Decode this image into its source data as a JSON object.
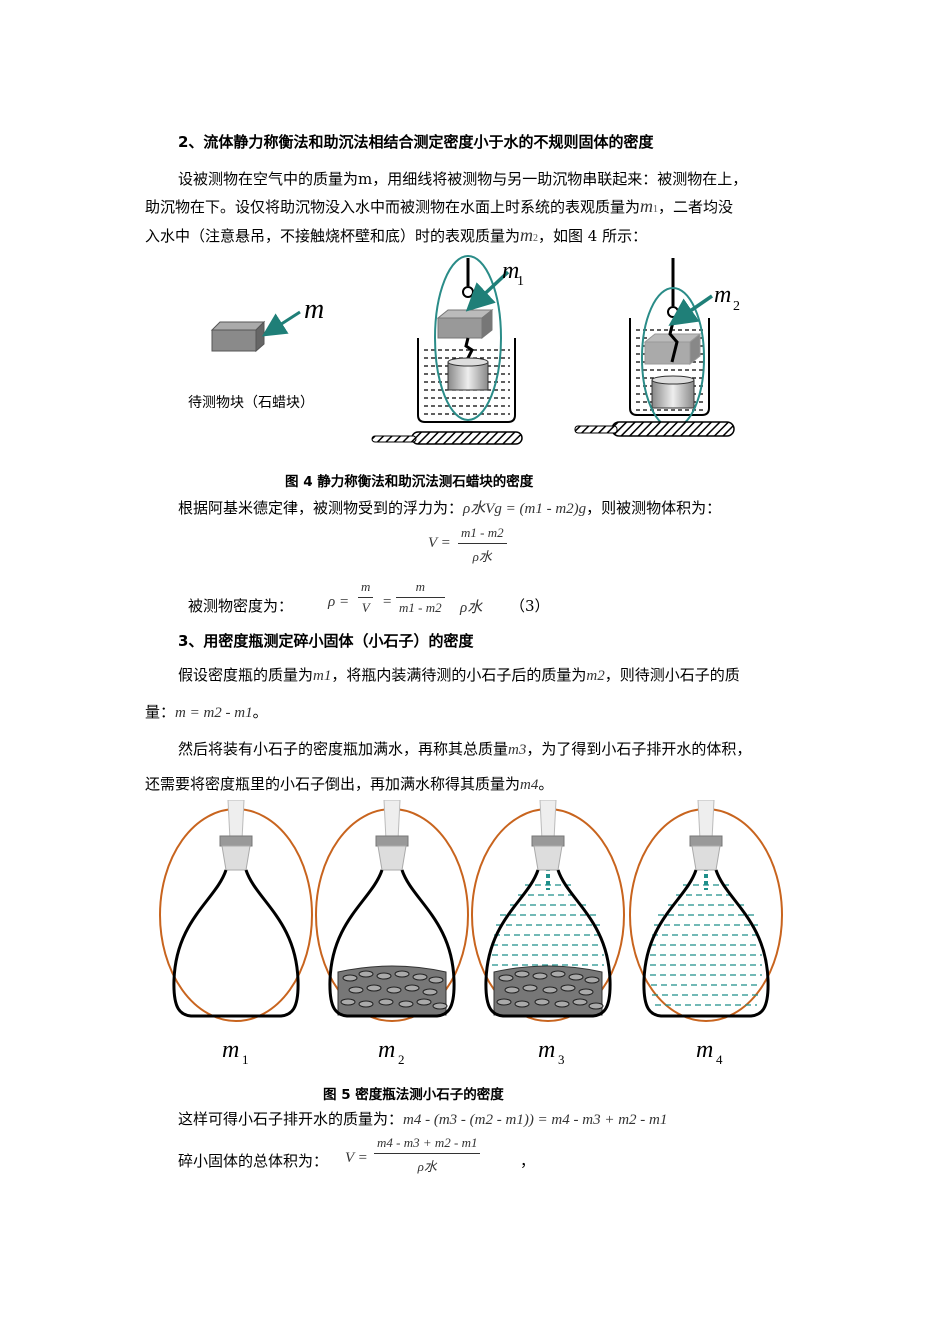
{
  "section2": {
    "heading": "2、流体静力称衡法和助沉法相结合测定密度小于水的不规则固体的密度",
    "para_line1": "设被测物在空气中的质量为m，用细线将被测物与另一助沉物串联起来：被测物在上，",
    "para_line2a": "助沉物在下。设仅将助沉物没入水中而被测物在水面上时系统的表观质量为",
    "para_line2_m1": "m",
    "para_line2_m1_sub": "1",
    "para_line2b": "，二者均没",
    "para_line3a": "入水中（注意悬吊，不接触烧杯壁和底）时的表观质量为",
    "para_line3_m2": "m",
    "para_line3_m2_sub": "2",
    "para_line3b": "，如图 4 所示："
  },
  "figure4": {
    "label_m": "m",
    "label_m1": "m",
    "label_m1_sub": "1",
    "label_m2": "m",
    "label_m2_sub": "2",
    "block_caption": "待测物块（石蜡块）",
    "caption": "图 4    静力称衡法和助沉法测石蜡块的密度"
  },
  "buoyancy": {
    "text": "根据阿基米德定律，被测物受到的浮力为：",
    "formula": "ρ水Vg = (m1 - m2)g",
    "text2": "，则被测物体积为：",
    "vol_lhs": "V =",
    "vol_num": "m1 - m2",
    "vol_den": "ρ水"
  },
  "density_eq": {
    "text": "被测物密度为：",
    "lhs": "ρ =",
    "f1_num": "m",
    "f1_den": "V",
    "eq": "=",
    "f2_num": "m",
    "f2_den": "m1 - m2",
    "tail": "ρ水",
    "number": "（3）"
  },
  "section3": {
    "heading": "3、用密度瓶测定碎小固体（小石子）的密度",
    "p1a": "假设密度瓶的质量为",
    "p1_m1": "m1",
    "p1b": "，将瓶内装满待测的小石子后的质量为",
    "p1_m2": "m2",
    "p1c": "，则待测小石子的质",
    "p2a": "量：",
    "p2_eq": "m = m2 - m1",
    "p2b": "。",
    "p3a": "然后将装有小石子的密度瓶加满水，再称其总质量",
    "p3_m3": "m3",
    "p3b": "，为了得到小石子排开水的体积，",
    "p4a": "还需要将密度瓶里的小石子倒出，再加满水称得其质量为",
    "p4_m4": "m4",
    "p4b": "。"
  },
  "figure5": {
    "labels": [
      "m",
      "m",
      "m",
      "m"
    ],
    "subs": [
      "1",
      "2",
      "3",
      "4"
    ],
    "caption": "图 5    密度瓶法测小石子的密度"
  },
  "result": {
    "text1": "这样可得小石子排开水的质量为：",
    "formula1": "m4 - (m3 - (m2 - m1)) = m4 - m3 + m2 - m1",
    "text2": "碎小固体的总体积为：",
    "vol_lhs": "V =",
    "vol_num": "m4 - m3 + m2 - m1",
    "vol_den": "ρ水",
    "tail": "，"
  },
  "colors": {
    "ellipse_teal": "#2a8c88",
    "ellipse_orange": "#c8641e",
    "arrow_teal": "#1f7f78",
    "water_teal": "#1f8f8a"
  }
}
